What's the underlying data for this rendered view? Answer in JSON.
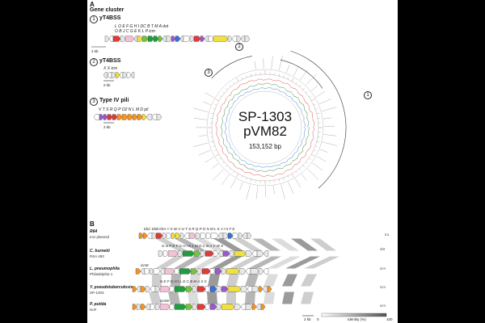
{
  "panel_a": {
    "letter": "A",
    "title": "Gene cluster",
    "sections": [
      {
        "num": "1",
        "title": "yT4BSS",
        "genes_top": "L    O              E F G H I         DC B        T      M              A            dot",
        "genes_bot": "O    B              J C G E K L                   P                              icm",
        "scale": "2 kb"
      },
      {
        "num": "2",
        "title": "yT4BSS",
        "genes_top": "X  X   icm",
        "genes_bot": "",
        "scale": "2 kb"
      },
      {
        "num": "3",
        "title": "Type IV pili",
        "genes_top": "V  T S R  Q  P  O2  N  L  M D     pil",
        "genes_bot": "",
        "scale": "2 kb"
      }
    ]
  },
  "plasmid": {
    "name_line1": "SP-1303",
    "name_line2": "pVM82",
    "size": "153,152 bp",
    "region_labels": [
      "1",
      "2",
      "3"
    ]
  },
  "panel_b": {
    "letter": "B",
    "scale": "2 kb",
    "identity_label": "Identity (%)",
    "identity_min": "0",
    "identity_max": "100",
    "organisms": [
      {
        "name": "R64",
        "sub": "IncI plasmid",
        "genes": "trbC trbB trbA    Y    X W V   U       T S R Q P O N M L        K J   I H    F E",
        "side": "tra"
      },
      {
        "name": "C. burnetii",
        "sub": "RSA 493",
        "genes": "G  N P E F   G   H I K   L  M          D C B            A          V W  X",
        "side": "dot"
      },
      {
        "name": "L. pneumophila",
        "sub": "Philadelphia 1",
        "genes": "icmE          ",
        "side": "icm"
      },
      {
        "name": "Y. pseudotuberculosis",
        "sub": "SP-1303",
        "genes": "N E F G H I       L        D C B         M              A              X    X",
        "side": "icm"
      },
      {
        "name": "P. putida",
        "sub": "isoF",
        "genes": "                                                                          icmW",
        "side": "icm"
      }
    ]
  }
}
